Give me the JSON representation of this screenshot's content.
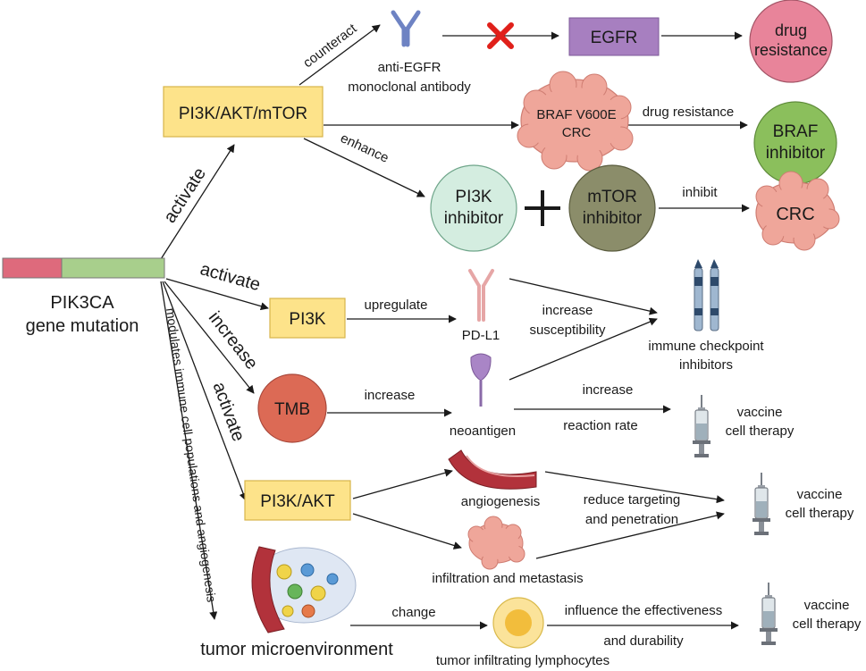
{
  "gene": {
    "line1": "PIK3CA",
    "line2": "gene mutation"
  },
  "boxes": {
    "pi3k_akt_mtor": "PI3K/AKT/mTOR",
    "egfr": "EGFR",
    "pi3k": "PI3K",
    "pi3k_akt": "PI3K/AKT"
  },
  "circles": {
    "drug_resistance": [
      "drug",
      "resistance"
    ],
    "braf_inhibitor": [
      "BRAF",
      "inhibitor"
    ],
    "pi3k_inhibitor": [
      "PI3K",
      "inhibitor"
    ],
    "mtor_inhibitor": [
      "mTOR",
      "inhibitor"
    ],
    "tmb": "TMB"
  },
  "blobs": {
    "braf_crc": [
      "BRAF V600E",
      "CRC"
    ],
    "crc": "CRC"
  },
  "arrow_labels": {
    "counteract": "counteract",
    "enhance": "enhance",
    "activate_top": "activate",
    "activate_pi3k": "activate",
    "increase_tmb": "increase",
    "activate_akt": "activate",
    "modulates": "modulates immune cell populations and angiogenesis",
    "drug_resistance": "drug resistance",
    "inhibit": "inhibit",
    "upregulate": "upregulate",
    "increase_neo": "increase",
    "increase_susceptibility": [
      "increase",
      "susceptibility"
    ],
    "increase_rate": "increase",
    "reaction_rate": "reaction rate",
    "reduce_targeting": [
      "reduce targeting",
      "and penetration"
    ],
    "change": "change",
    "influence": "influence the effectiveness",
    "durability": "and durability"
  },
  "item_labels": {
    "anti_egfr": [
      "anti-EGFR",
      "monoclonal antibody"
    ],
    "pd_l1": "PD-L1",
    "icis": [
      "immune checkpoint",
      "inhibitors"
    ],
    "neoantigen": "neoantigen",
    "vaccine_1": [
      "vaccine",
      "cell therapy"
    ],
    "angiogenesis": "angiogenesis",
    "infiltration": "infiltration and metastasis",
    "vaccine_2": [
      "vaccine",
      "cell therapy"
    ],
    "tme": "tumor microenvironment",
    "til": "tumor infiltrating lymphocytes",
    "vaccine_3": [
      "vaccine",
      "cell therapy"
    ]
  },
  "colors": {
    "box_yellow": "#fde38a",
    "box_yellow_stroke": "#d7b54a",
    "egfr_purple": "#a77fc0",
    "drug_resistance_pink": "#e8849a",
    "braf_green": "#8bbf5c",
    "pi3k_inhibitor_mint": "#d4ede0",
    "mtor_olive": "#8b8d6a",
    "tmb_red": "#dc6a55",
    "tumor_pink": "#efa69a",
    "gene_red": "#de6a7c",
    "gene_green": "#a8cf8c",
    "antibody_blue": "#6e83c3",
    "red_cross": "#e0201a"
  }
}
